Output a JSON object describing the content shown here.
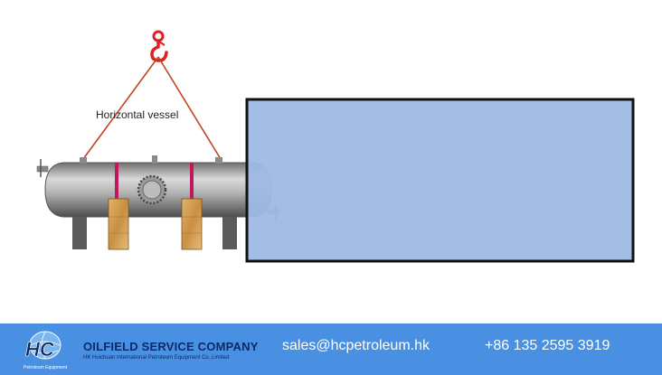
{
  "diagram": {
    "vessel_label": "Horizontal vessel",
    "colors": {
      "sling": "#c0451f",
      "hook": "#e02020",
      "container_fill": "#9fb9e3",
      "container_border": "#111111",
      "vessel_body": "#a7a7a7",
      "band": "#c2185b",
      "saddle": "#d4a256"
    }
  },
  "footer": {
    "logo_text": "HC",
    "logo_caption": "Petroleum Equipment",
    "company_name": "OILFIELD SERVICE COMPANY",
    "company_sub": "HK Huichuan International Petroleum Equipment Co.,Limited",
    "email": "sales@hcpetroleum.hk",
    "phone": "+86 135 2595 3919",
    "background": "#4a90e2"
  }
}
